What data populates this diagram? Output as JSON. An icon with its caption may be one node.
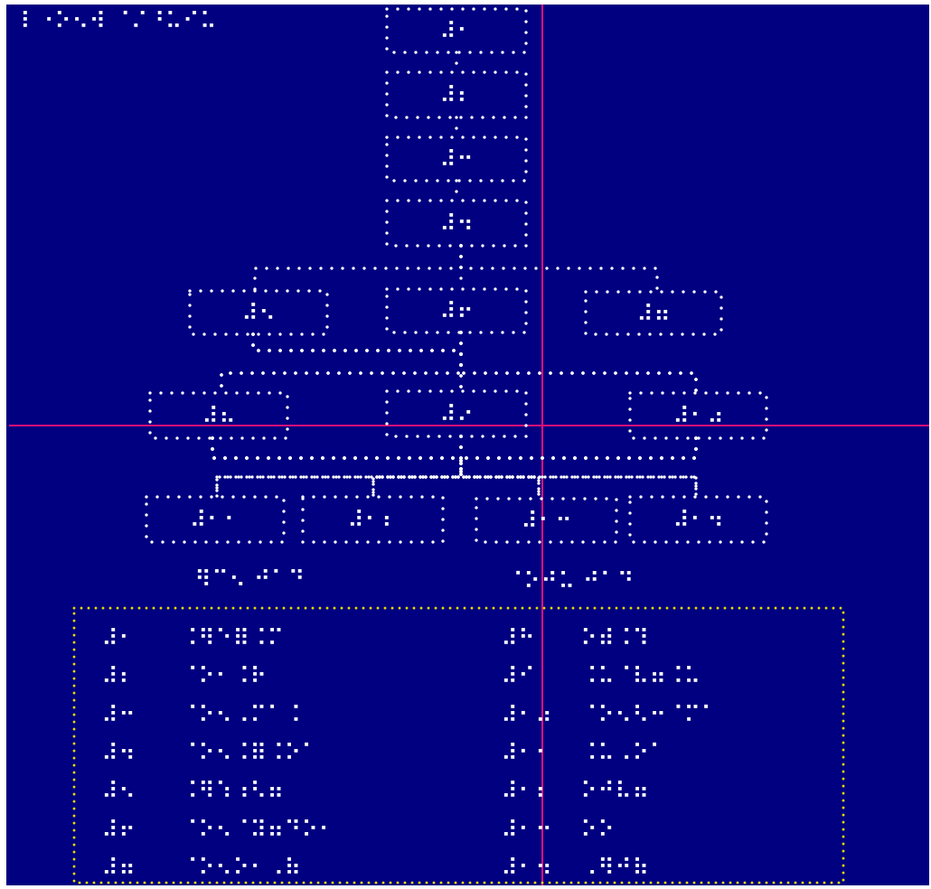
{
  "diagram": {
    "title": "⠇⠐⠕⠢⠺ ⠈⠌⠘⠥⠊⠥",
    "nodes": [
      {
        "text": [
          "⠼⠂"
        ]
      },
      {
        "text": [
          "⠼⠆"
        ]
      },
      {
        "text": [
          "⠼⠒"
        ]
      },
      {
        "text": [
          "⠼⠲"
        ]
      },
      {
        "text": [
          "⠼⠢"
        ]
      },
      {
        "text": [
          "⠼⠖"
        ]
      },
      {
        "text": [
          "⠼⠶"
        ]
      },
      {
        "text": [
          "⠼⠦"
        ]
      },
      {
        "text": [
          "⠼⠔"
        ]
      },
      {
        "text": [
          "⠼⠂⠴"
        ]
      },
      {
        "text": [
          "⠼⠂⠂"
        ]
      },
      {
        "text": [
          "⠼⠂⠆"
        ]
      },
      {
        "text": [
          "⠼⠂⠒"
        ]
      },
      {
        "text": [
          "⠼⠂⠲"
        ]
      },
      {
        "text": [
          "⠼⠂",
          "⠨⠻⠑⠿⠨⠍",
          "⠼⠓",
          "⠕⠾⠨⠹",
          "⠼⠆",
          "⠈⠕⠂⠨⠗",
          "⠼⠊",
          "⠨⠥⠈⠧⠶⠨⠥",
          "⠼⠒",
          "⠈⠕⠢⠠⠍⠁⠨",
          "⠼⠂⠴",
          "⠈⠕⠢⠣⠒⠈⠍⠁",
          "⠼⠲",
          "⠈⠕⠢⠨⠿⠨⠕⠁",
          "⠼⠂⠂",
          "⠨⠥⠠⠕⠁",
          "⠼⠢",
          "⠨⠻⠱⠰⠣⠶",
          "⠼⠂⠆",
          "⠕⠚⠧⠶",
          "⠼⠖",
          "⠈⠕⠢⠈⠽⠶⠙⠕⠂",
          "⠼⠂⠒",
          "⠕⠕",
          "⠼⠶",
          "⠈⠕⠢⠕⠂⠠⠷",
          "⠼⠂⠲",
          "⠠⠻⠚⠷"
        ]
      }
    ],
    "edges": [
      {
        "from": 0,
        "to": 1,
        "arrow": "none"
      },
      {
        "from": 1,
        "to": 2,
        "arrow": "none"
      },
      {
        "from": 2,
        "to": 3,
        "arrow": "none"
      },
      {
        "from": 3,
        "to": 4,
        "arrow": "none"
      },
      {
        "from": 3,
        "to": 5,
        "arrow": "none"
      },
      {
        "from": 3,
        "to": 6,
        "arrow": "none"
      },
      {
        "from": 4,
        "to": 7,
        "arrow": "none"
      },
      {
        "from": 4,
        "to": 8,
        "arrow": "none"
      },
      {
        "from": 4,
        "to": 9,
        "arrow": "none"
      },
      {
        "from": 5,
        "to": 7,
        "arrow": "none"
      },
      {
        "from": 5,
        "to": 8,
        "arrow": "none"
      },
      {
        "from": 5,
        "to": 9,
        "arrow": "none"
      },
      {
        "from": 7,
        "to": 10,
        "arrow": "none"
      },
      {
        "from": 7,
        "to": 11,
        "arrow": "none"
      },
      {
        "from": 7,
        "to": 12,
        "arrow": "none"
      },
      {
        "from": 7,
        "to": 13,
        "arrow": "none"
      },
      {
        "from": 8,
        "to": 10,
        "arrow": "none"
      },
      {
        "from": 8,
        "to": 11,
        "arrow": "none"
      },
      {
        "from": 8,
        "to": 12,
        "arrow": "none"
      },
      {
        "from": 8,
        "to": 13,
        "arrow": "none"
      },
      {
        "from": 9,
        "to": 10,
        "arrow": "none"
      },
      {
        "from": 9,
        "to": 11,
        "arrow": "none"
      },
      {
        "from": 9,
        "to": 12,
        "arrow": "none"
      },
      {
        "from": 9,
        "to": 13,
        "arrow": "none"
      }
    ],
    "labels": [
      "⠻⠉⠢ ⠚⠁⠙",
      "⠈⠕⠚⠥ ⠚⠁⠙"
    ]
  }
}
